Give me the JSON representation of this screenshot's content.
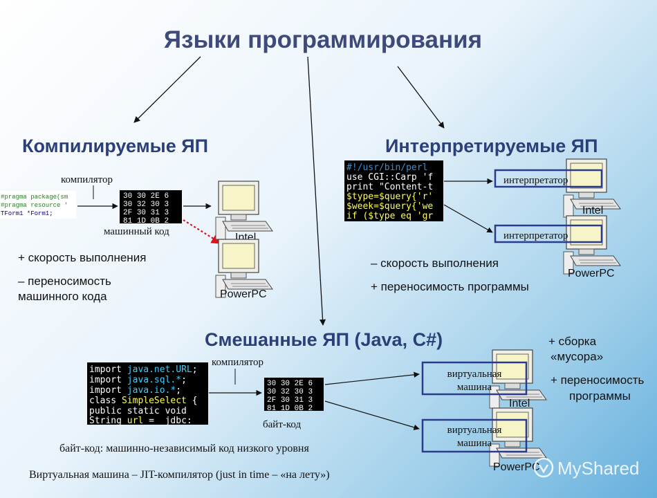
{
  "title": "Языки программирования",
  "compiled": {
    "heading": "Компилируемые ЯП",
    "compiler_label": "компилятор",
    "source_lines": [
      "#pragma package(sm",
      "#pragma resource '",
      "TForm1 *Form1;"
    ],
    "machine_code": [
      [
        "30",
        "30",
        "2E",
        "6"
      ],
      [
        "30",
        "32",
        "30",
        "3"
      ],
      [
        "2F",
        "30",
        "31",
        "3"
      ],
      [
        "81",
        "1D",
        "0B",
        "2"
      ]
    ],
    "machine_code_label": "машинный код",
    "targets": [
      "Intel",
      "PowerPC"
    ],
    "pros": "+ скорость выполнения",
    "cons_line1": "– переносимость",
    "cons_line2": "машинного кода"
  },
  "interpreted": {
    "heading": "Интерпретируемые ЯП",
    "code_lines": [
      "#!/usr/bin/perl",
      "use CGI::Carp 'f",
      "print \"Content-t",
      "$type=$query{'r'",
      "$week=$query{'we",
      "if ($type eq 'gr"
    ],
    "interpreter_label": "интерпретатор",
    "targets": [
      "Intel",
      "PowerPC"
    ],
    "cons": "– скорость выполнения",
    "pros": "+ переносимость программы"
  },
  "mixed": {
    "heading": "Смешанные ЯП (Java, C#)",
    "compiler_label": "компилятор",
    "code_lines": [
      [
        "import ",
        "java.net.URL",
        ";"
      ],
      [
        "import ",
        "java.sql.*",
        ";"
      ],
      [
        "import ",
        "java.io.*",
        ";"
      ],
      [
        "class ",
        "SimpleSelect",
        " {"
      ],
      [
        " public static void",
        "",
        ""
      ],
      [
        " String ",
        "url",
        " = _jdbc:"
      ]
    ],
    "bytecode": [
      [
        "30",
        "30",
        "2E",
        "6"
      ],
      [
        "30",
        "32",
        "30",
        "3"
      ],
      [
        "2F",
        "30",
        "31",
        "3"
      ],
      [
        "81",
        "1D",
        "0B",
        "2"
      ]
    ],
    "bytecode_label": "байт-код",
    "vm_line1": "виртуальная",
    "vm_line2": "машина",
    "targets": [
      "Intel",
      "PowerPC"
    ],
    "gc_line1": "+ сборка",
    "gc_line2": "«мусора»",
    "port_line1": "+ переносимость",
    "port_line2": "программы"
  },
  "bytecode_note": "байт-код: машинно-независимый код низкого уровня",
  "vm_note": "Виртуальная машина – JIT-компилятор (just in time – «на лету»)",
  "watermark": "MyShared",
  "colors": {
    "title": "#3d4a7a",
    "heading": "#2b3f78",
    "box_border": "#2a3a8c",
    "dashed_arrow": "#d8141a"
  }
}
